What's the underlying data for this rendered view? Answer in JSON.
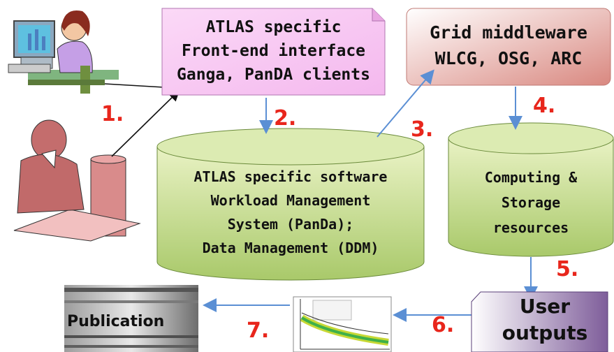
{
  "frontend": {
    "lines": [
      "ATLAS specific",
      "Front-end interface",
      "Ganga, PanDA clients"
    ]
  },
  "grid": {
    "lines": [
      "Grid middleware",
      "WLCG, OSG,  ARC"
    ]
  },
  "atlas_software": {
    "lines": [
      "ATLAS specific software",
      "Workload Management",
      "System (PanDa);",
      "Data Management (DDM)"
    ]
  },
  "computing": {
    "lines": [
      "Computing &",
      "Storage",
      "resources"
    ]
  },
  "user_outputs": {
    "lines": [
      "User",
      "outputs"
    ]
  },
  "publication": {
    "label": "Publication"
  },
  "steps": [
    "1.",
    "2.",
    "3.",
    "4.",
    "5.",
    "6.",
    "7."
  ],
  "colors": {
    "frontend_fill": "#f7c6f2",
    "grid_fill": "#f2c2bd",
    "cylinder_fill": "#cfe19a",
    "user_outputs_fill": "#9a7fb0",
    "step_red": "#e8261c",
    "arrow_blue": "#5b8fd4"
  }
}
